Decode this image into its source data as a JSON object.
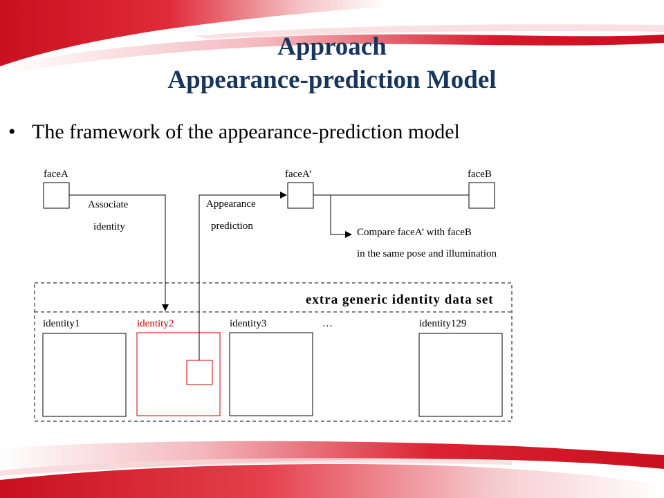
{
  "slide": {
    "title_line1": "Approach",
    "title_line2": "Appearance-prediction Model",
    "bullet": "The framework of the appearance-prediction model"
  },
  "diagram": {
    "faceA": "faceA",
    "faceA_prime": "faceA’",
    "faceB": "faceB",
    "associate_line1": "Associate",
    "associate_line2": "identity",
    "appearance_line1": "Appearance",
    "appearance_line2": "prediction",
    "compare_line1": "Compare faceA’ with faceB",
    "compare_line2": "in the same pose and illumination",
    "dataset_title": "extra generic identity data set",
    "identities": [
      "identity1",
      "identity2",
      "identity3",
      "…",
      "identity129"
    ],
    "highlight_color": "#cc0000"
  },
  "theme": {
    "title_color": "#17365d",
    "wave_color": "#d6182a"
  }
}
